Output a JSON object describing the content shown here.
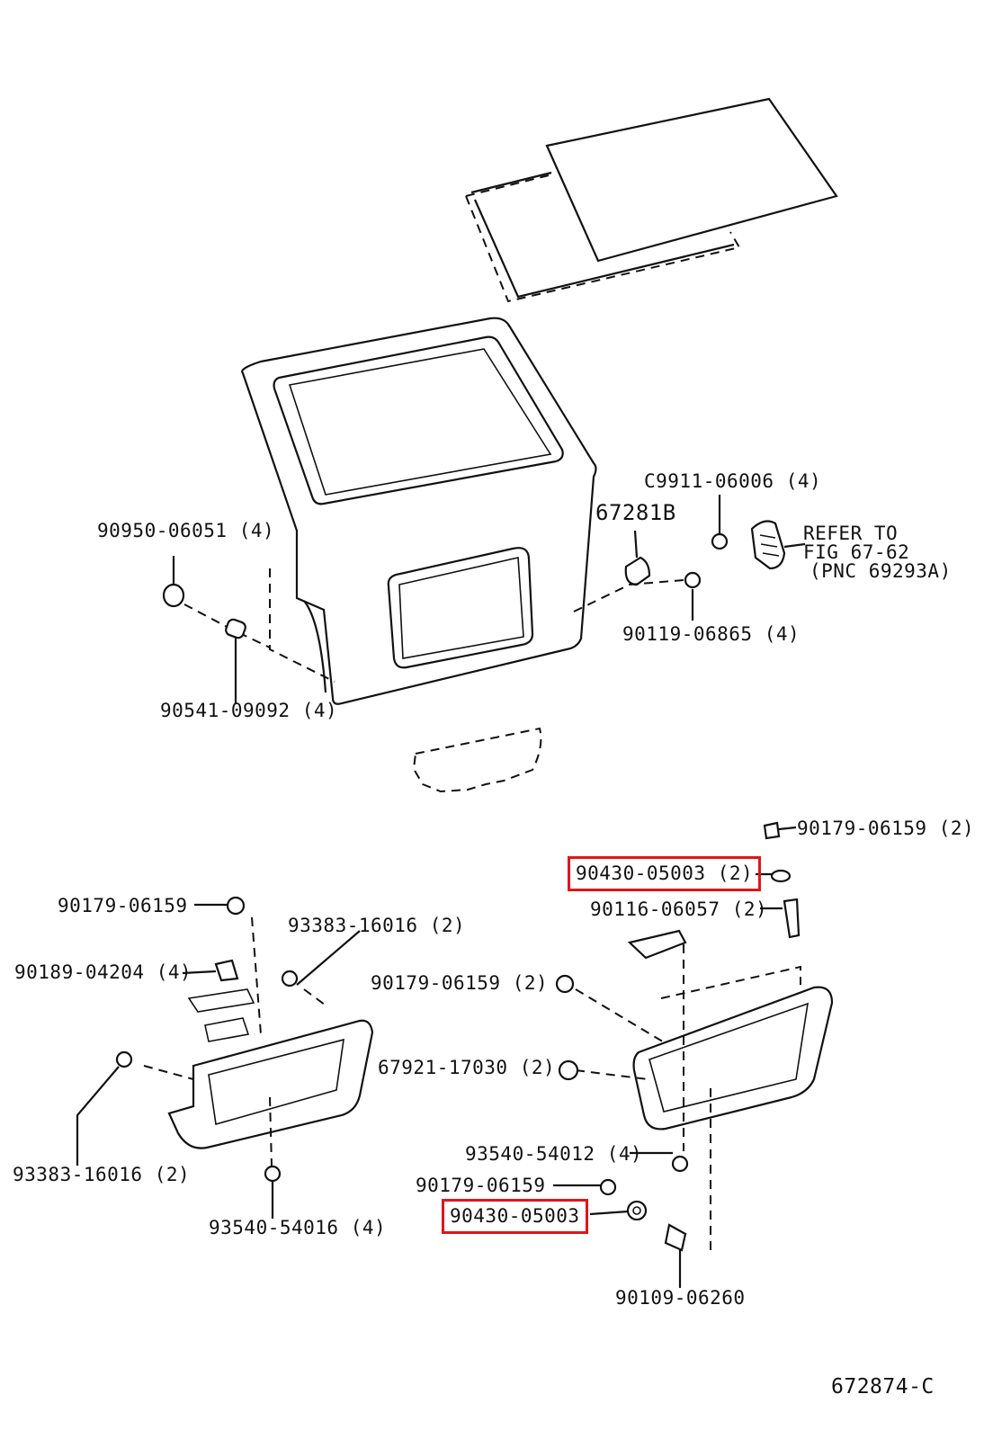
{
  "labels": {
    "c9911_06006": "C9911-06006 (4)",
    "p67281b": "67281B",
    "refer_to_1": "REFER TO",
    "refer_to_2": "FIG 67-62",
    "refer_to_3": "(PNC 69293A)",
    "p90950_06051": "90950-06051 (4)",
    "p90119_06865": "90119-06865 (4)",
    "p90541_09092": "90541-09092 (4)",
    "p90179_06159_right_top": "90179-06159 (2)",
    "p90430_05003_2": "90430-05003 (2)",
    "p90116_06057": "90116-06057 (2)",
    "p90179_06159_left": "90179-06159",
    "p93383_16016_top": "93383-16016 (2)",
    "p90189_04204": "90189-04204 (4)",
    "p90179_06159_mid": "90179-06159 (2)",
    "p67921_17030": "67921-17030 (2)",
    "p93383_16016_bottom": "93383-16016 (2)",
    "p93540_54012": "93540-54012 (4)",
    "p90179_06159_bottom": "90179-06159",
    "p90430_05003": "90430-05003",
    "p93540_54016": "93540-54016 (4)",
    "p90109_06260": "90109-06260",
    "figure_code": "672874-C"
  },
  "highlight_color": "#e0141b"
}
